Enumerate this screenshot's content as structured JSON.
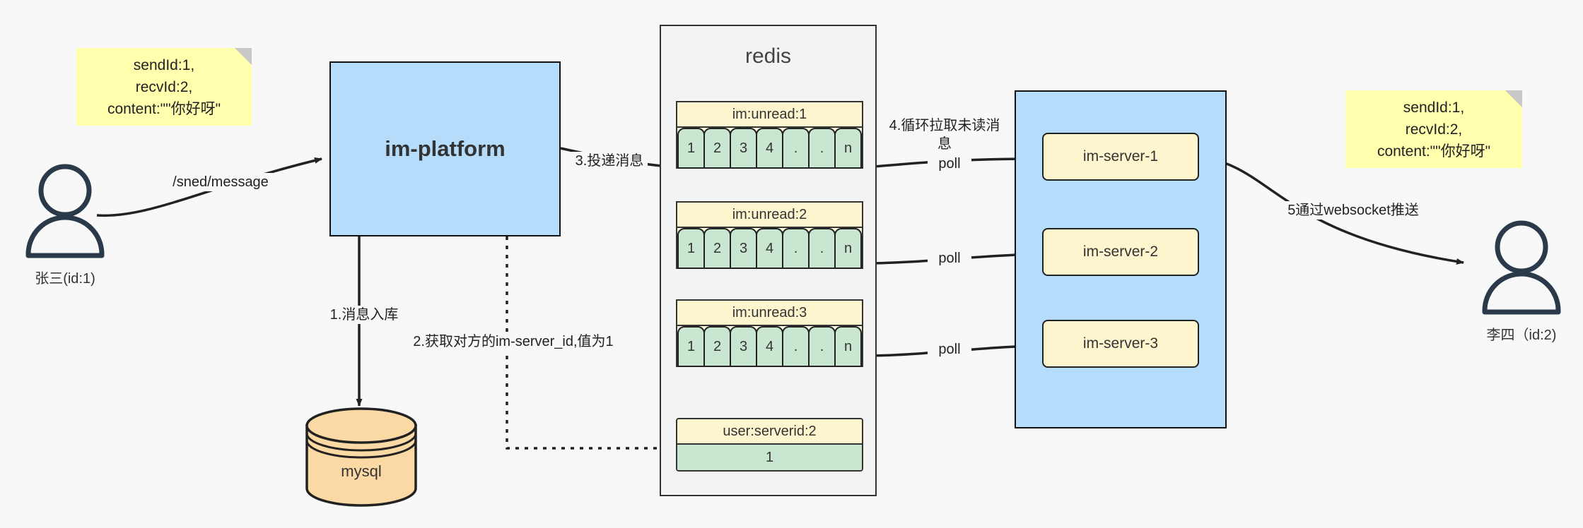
{
  "diagram": {
    "title": "IM message delivery architecture",
    "colors": {
      "note_bg": "#ffffad",
      "blue_box": "#b5dcfb",
      "queue_key": "#fdf5cd",
      "queue_cell": "#c9e7d0",
      "mysql": "#fbd9a5",
      "redis_bg": "#f3f3f3",
      "stroke": "#222222"
    }
  },
  "notes": {
    "left": "sendId:1,\nrecvId:2,\ncontent:\"\"你好呀\"",
    "right": "sendId:1,\nrecvId:2,\ncontent:\"\"你好呀\""
  },
  "actors": {
    "sender": {
      "label": "张三(id:1)",
      "icon": "user-icon"
    },
    "receiver": {
      "label": "李四（id:2)",
      "icon": "user-icon"
    }
  },
  "nodes": {
    "platform": "im-platform",
    "mysql": "mysql",
    "redis_title": "redis",
    "servers": [
      "im-server-1",
      "im-server-2",
      "im-server-3"
    ]
  },
  "redis": {
    "queues": [
      {
        "key": "im:unread:1",
        "cells": [
          "1",
          "2",
          "3",
          "4",
          ".",
          ".",
          "n"
        ]
      },
      {
        "key": "im:unread:2",
        "cells": [
          "1",
          "2",
          "3",
          "4",
          ".",
          ".",
          "n"
        ]
      },
      {
        "key": "im:unread:3",
        "cells": [
          "1",
          "2",
          "3",
          "4",
          ".",
          ".",
          "n"
        ]
      }
    ],
    "kv": {
      "key": "user:serverid:2",
      "value": "1"
    }
  },
  "edges": {
    "send_message": "/sned/message",
    "step1": "1.消息入库",
    "step2": "2.获取对方的im-server_id,值为1",
    "step3": "3.投递消息",
    "step4": "4.循环拉取未读消\n息",
    "poll1": "poll",
    "poll2": "poll",
    "poll3": "poll",
    "step5": "5通过websocket推送"
  }
}
